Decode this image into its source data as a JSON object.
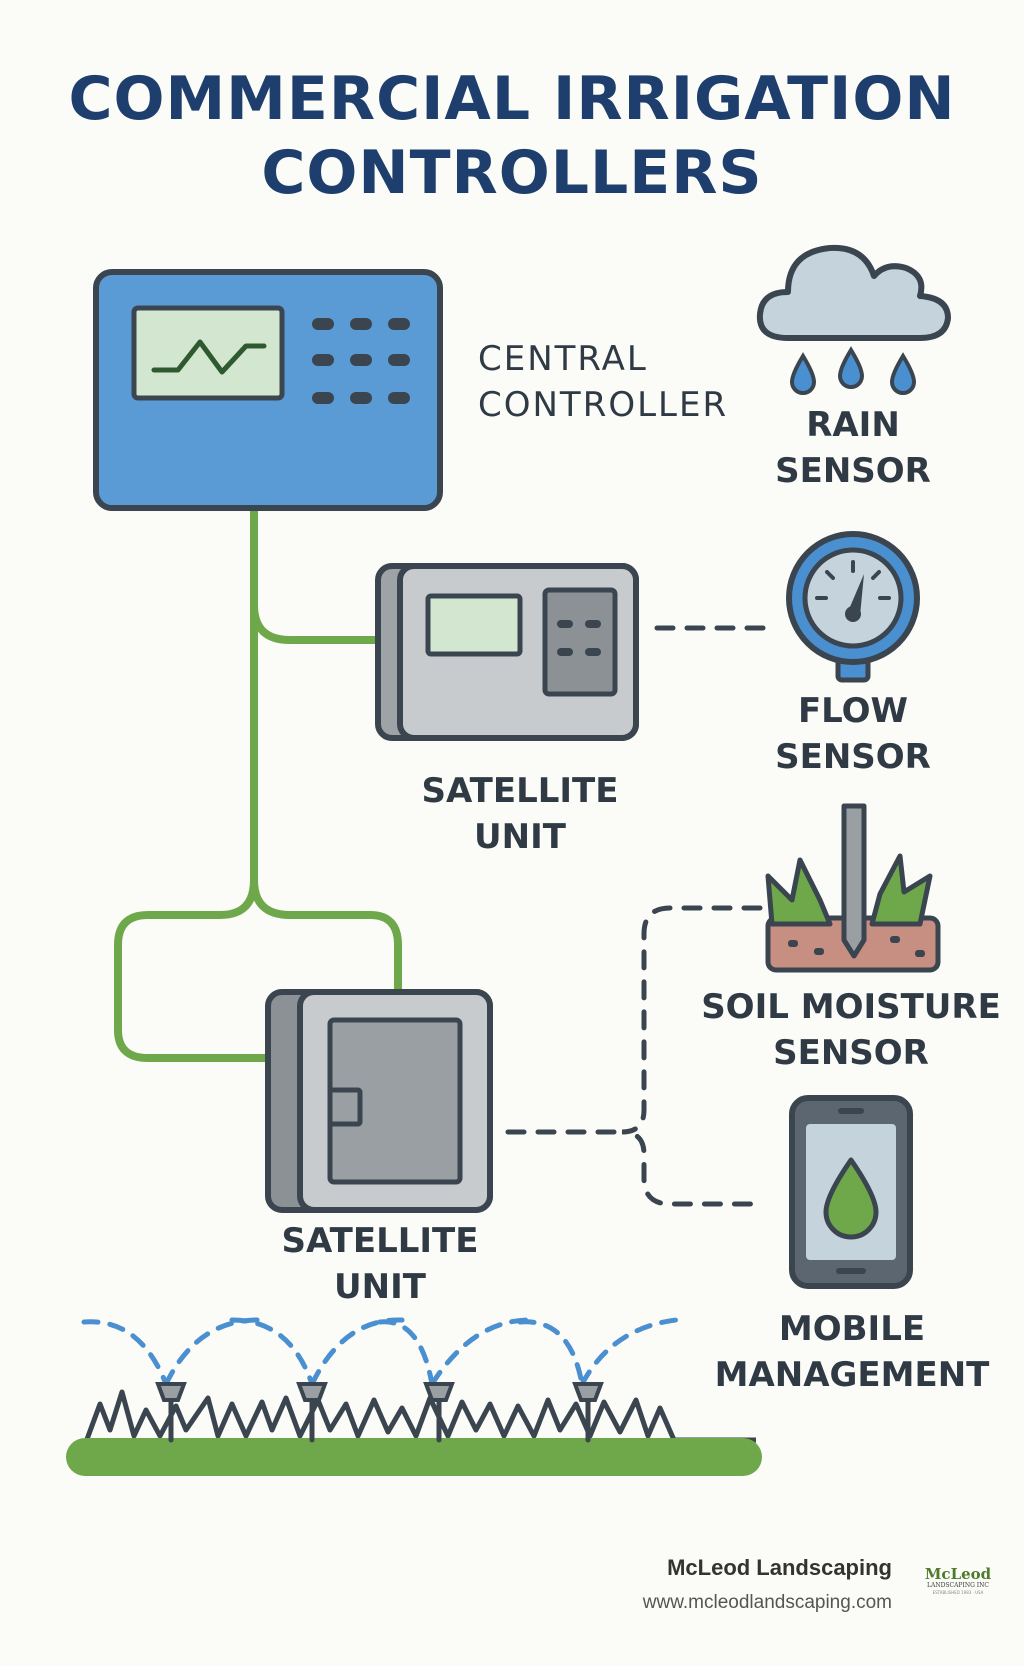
{
  "title": {
    "line1": "COMMERCIAL IRRIGATION",
    "line2": "CONTROLLERS"
  },
  "labels": {
    "central_controller": [
      "CENTRAL",
      "CONTROLLER"
    ],
    "satellite_unit_1": [
      "SATELLITE",
      "UNIT"
    ],
    "satellite_unit_2": [
      "SATELLITE",
      "UNIT"
    ],
    "rain_sensor": [
      "RAIN",
      "SENSOR"
    ],
    "flow_sensor": [
      "FLOW",
      "SENSOR"
    ],
    "soil_moisture_sensor": [
      "SOIL MOISTURE",
      "SENSOR"
    ],
    "mobile_management": [
      "MOBILE",
      "MANAGEMENT"
    ]
  },
  "footer": {
    "company": "McLeod Landscaping",
    "url": "www.mcleodlandscaping.com",
    "logo_text": "McLeod",
    "logo_subtext": "LANDSCAPING INC",
    "logo_tagline": "ESTABLISHED 1983 · USA"
  },
  "colors": {
    "title": "#1e3f6e",
    "controller_blue": "#5b9bd5",
    "wire_green": "#6ea84a",
    "outline": "#3a4550",
    "satellite_gray": "#c8cbce",
    "screen_green": "#d3e6cf",
    "water_blue": "#4a8fd0"
  },
  "icons": {
    "central_controller": "controller-panel-icon",
    "satellite_unit_1": "satellite-controller-icon",
    "satellite_unit_2": "satellite-cabinet-icon",
    "rain_sensor": "rain-cloud-icon",
    "flow_sensor": "pressure-gauge-icon",
    "soil_moisture_sensor": "soil-probe-icon",
    "mobile_management": "smartphone-droplet-icon",
    "sprinklers": "sprinkler-lawn-icon"
  }
}
